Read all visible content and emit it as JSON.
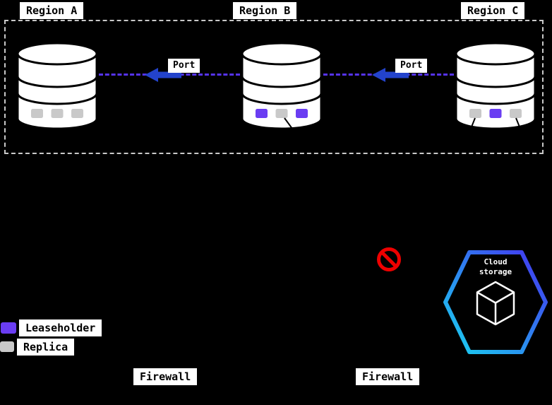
{
  "diagram": {
    "title": "multi-region replication diagram",
    "regions": [
      {
        "label": "Region A",
        "slots": [
          "replica",
          "replica",
          "replica"
        ]
      },
      {
        "label": "Region B",
        "slots": [
          "leaseholder",
          "replica",
          "leaseholder"
        ]
      },
      {
        "label": "Region C",
        "slots": [
          "replica",
          "leaseholder",
          "replica"
        ]
      }
    ],
    "connections": [
      {
        "label": "Port",
        "direction": "left"
      },
      {
        "label": "Port",
        "direction": "left"
      }
    ],
    "legend": [
      {
        "key": "leaseholder",
        "label": "Leaseholder"
      },
      {
        "key": "replica",
        "label": "Replica"
      }
    ],
    "legend_colors": {
      "leaseholder": "#6a3df2",
      "replica": "#c9c9c9"
    },
    "firewalls": [
      "Firewall",
      "Firewall"
    ],
    "cloud_storage": {
      "label": "Cloud storage"
    },
    "colors": {
      "background": "#000000",
      "boundary_dash": "#c9c9c9",
      "link_dash": "#5633ef",
      "arrow": "#2343cc",
      "prohibition": "#ee0000",
      "hexagon_gradient_start": "#19d3f0",
      "hexagon_gradient_end": "#4431ef",
      "database_fill": "#ffffff",
      "database_stroke": "#000000"
    }
  }
}
